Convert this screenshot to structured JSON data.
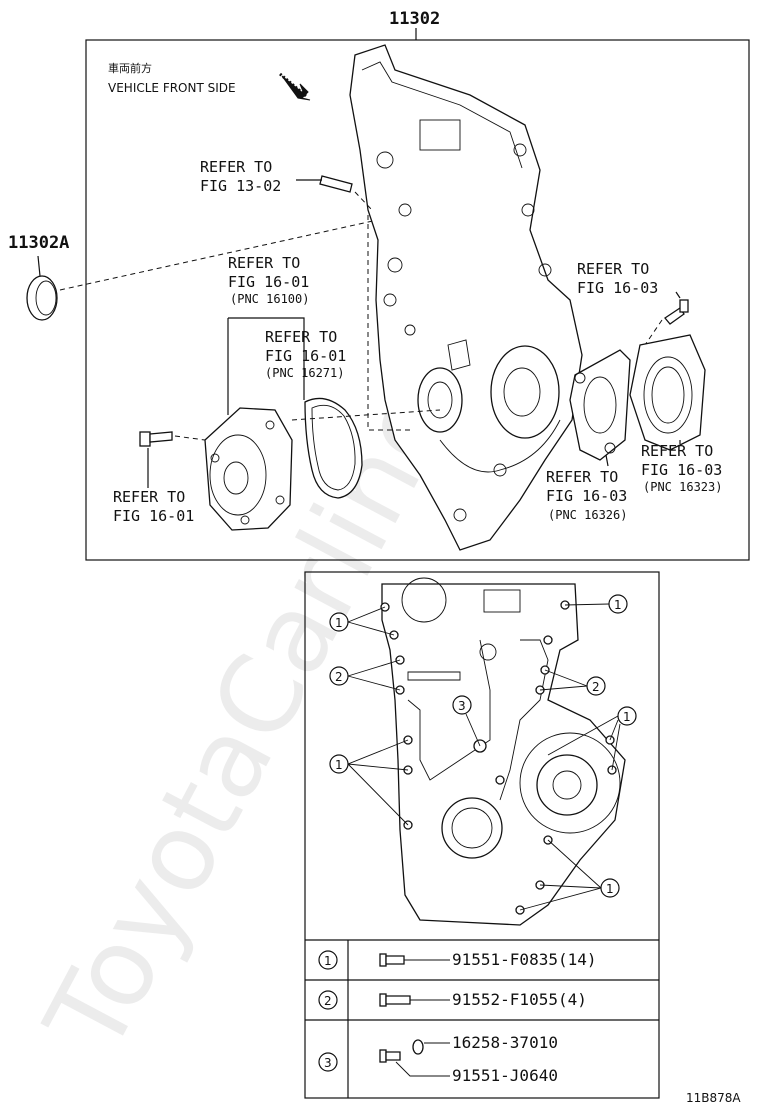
{
  "header": {
    "assembly_number": "11302",
    "seal_number": "11302A"
  },
  "orientation": {
    "japanese": "車両前方",
    "english": "VEHICLE FRONT SIDE"
  },
  "references": {
    "fig1302": {
      "line1": "REFER TO",
      "line2": "FIG 13-02"
    },
    "fig1601a": {
      "line1": "REFER TO",
      "line2": "FIG 16-01",
      "pnc": "(PNC 16100)"
    },
    "fig1601b": {
      "line1": "REFER TO",
      "line2": "FIG 16-01",
      "pnc": "(PNC 16271)"
    },
    "fig1601c": {
      "line1": "REFER TO",
      "line2": "FIG 16-01"
    },
    "fig1603a": {
      "line1": "REFER TO",
      "line2": "FIG 16-03"
    },
    "fig1603b": {
      "line1": "REFER TO",
      "line2": "FIG 16-03",
      "pnc": "(PNC 16323)"
    },
    "fig1603c": {
      "line1": "REFER TO",
      "line2": "FIG 16-03",
      "pnc": "(PNC 16326)"
    }
  },
  "callouts": [
    "1",
    "1",
    "2",
    "2",
    "3",
    "1",
    "1",
    "1"
  ],
  "bolt_table": [
    {
      "key": "1",
      "parts": [
        "91551-F0835(14)"
      ]
    },
    {
      "key": "2",
      "parts": [
        "91552-F1055(4)"
      ]
    },
    {
      "key": "3",
      "parts": [
        "16258-37010",
        "91551-J0640"
      ]
    }
  ],
  "watermark": "ToyotaCarline.ru",
  "figure_code": "11B878A"
}
